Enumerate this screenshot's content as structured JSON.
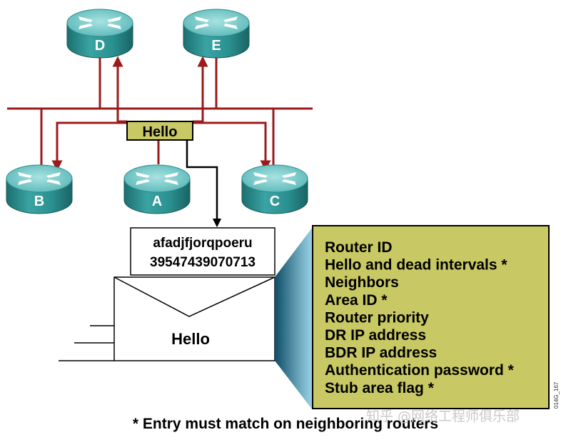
{
  "routers": [
    {
      "label": "D"
    },
    {
      "label": "E"
    },
    {
      "label": "B"
    },
    {
      "label": "A"
    },
    {
      "label": "C"
    }
  ],
  "hello_tag": "Hello",
  "auth_box": {
    "line1": "afadjfjorqpoeru",
    "line2": "39547439070713"
  },
  "envelope_label": "Hello",
  "fields": [
    "Router ID",
    "Hello and dead intervals *",
    "Neighbors",
    "Area ID *",
    "Router priority",
    "DR IP address",
    "BDR IP address",
    "Authentication password *",
    "Stub area flag *"
  ],
  "footnote": "* Entry must match on neighboring routers",
  "figure_id": "014G_167",
  "watermark": "知乎 @网络工程师俱乐部",
  "colors": {
    "link": "#9b1b1b",
    "router_top": "#7fcfcf",
    "router_body": "#2a8f8f",
    "panel_fill": "#c8c864",
    "hello_tag_fill": "#c8c864"
  }
}
